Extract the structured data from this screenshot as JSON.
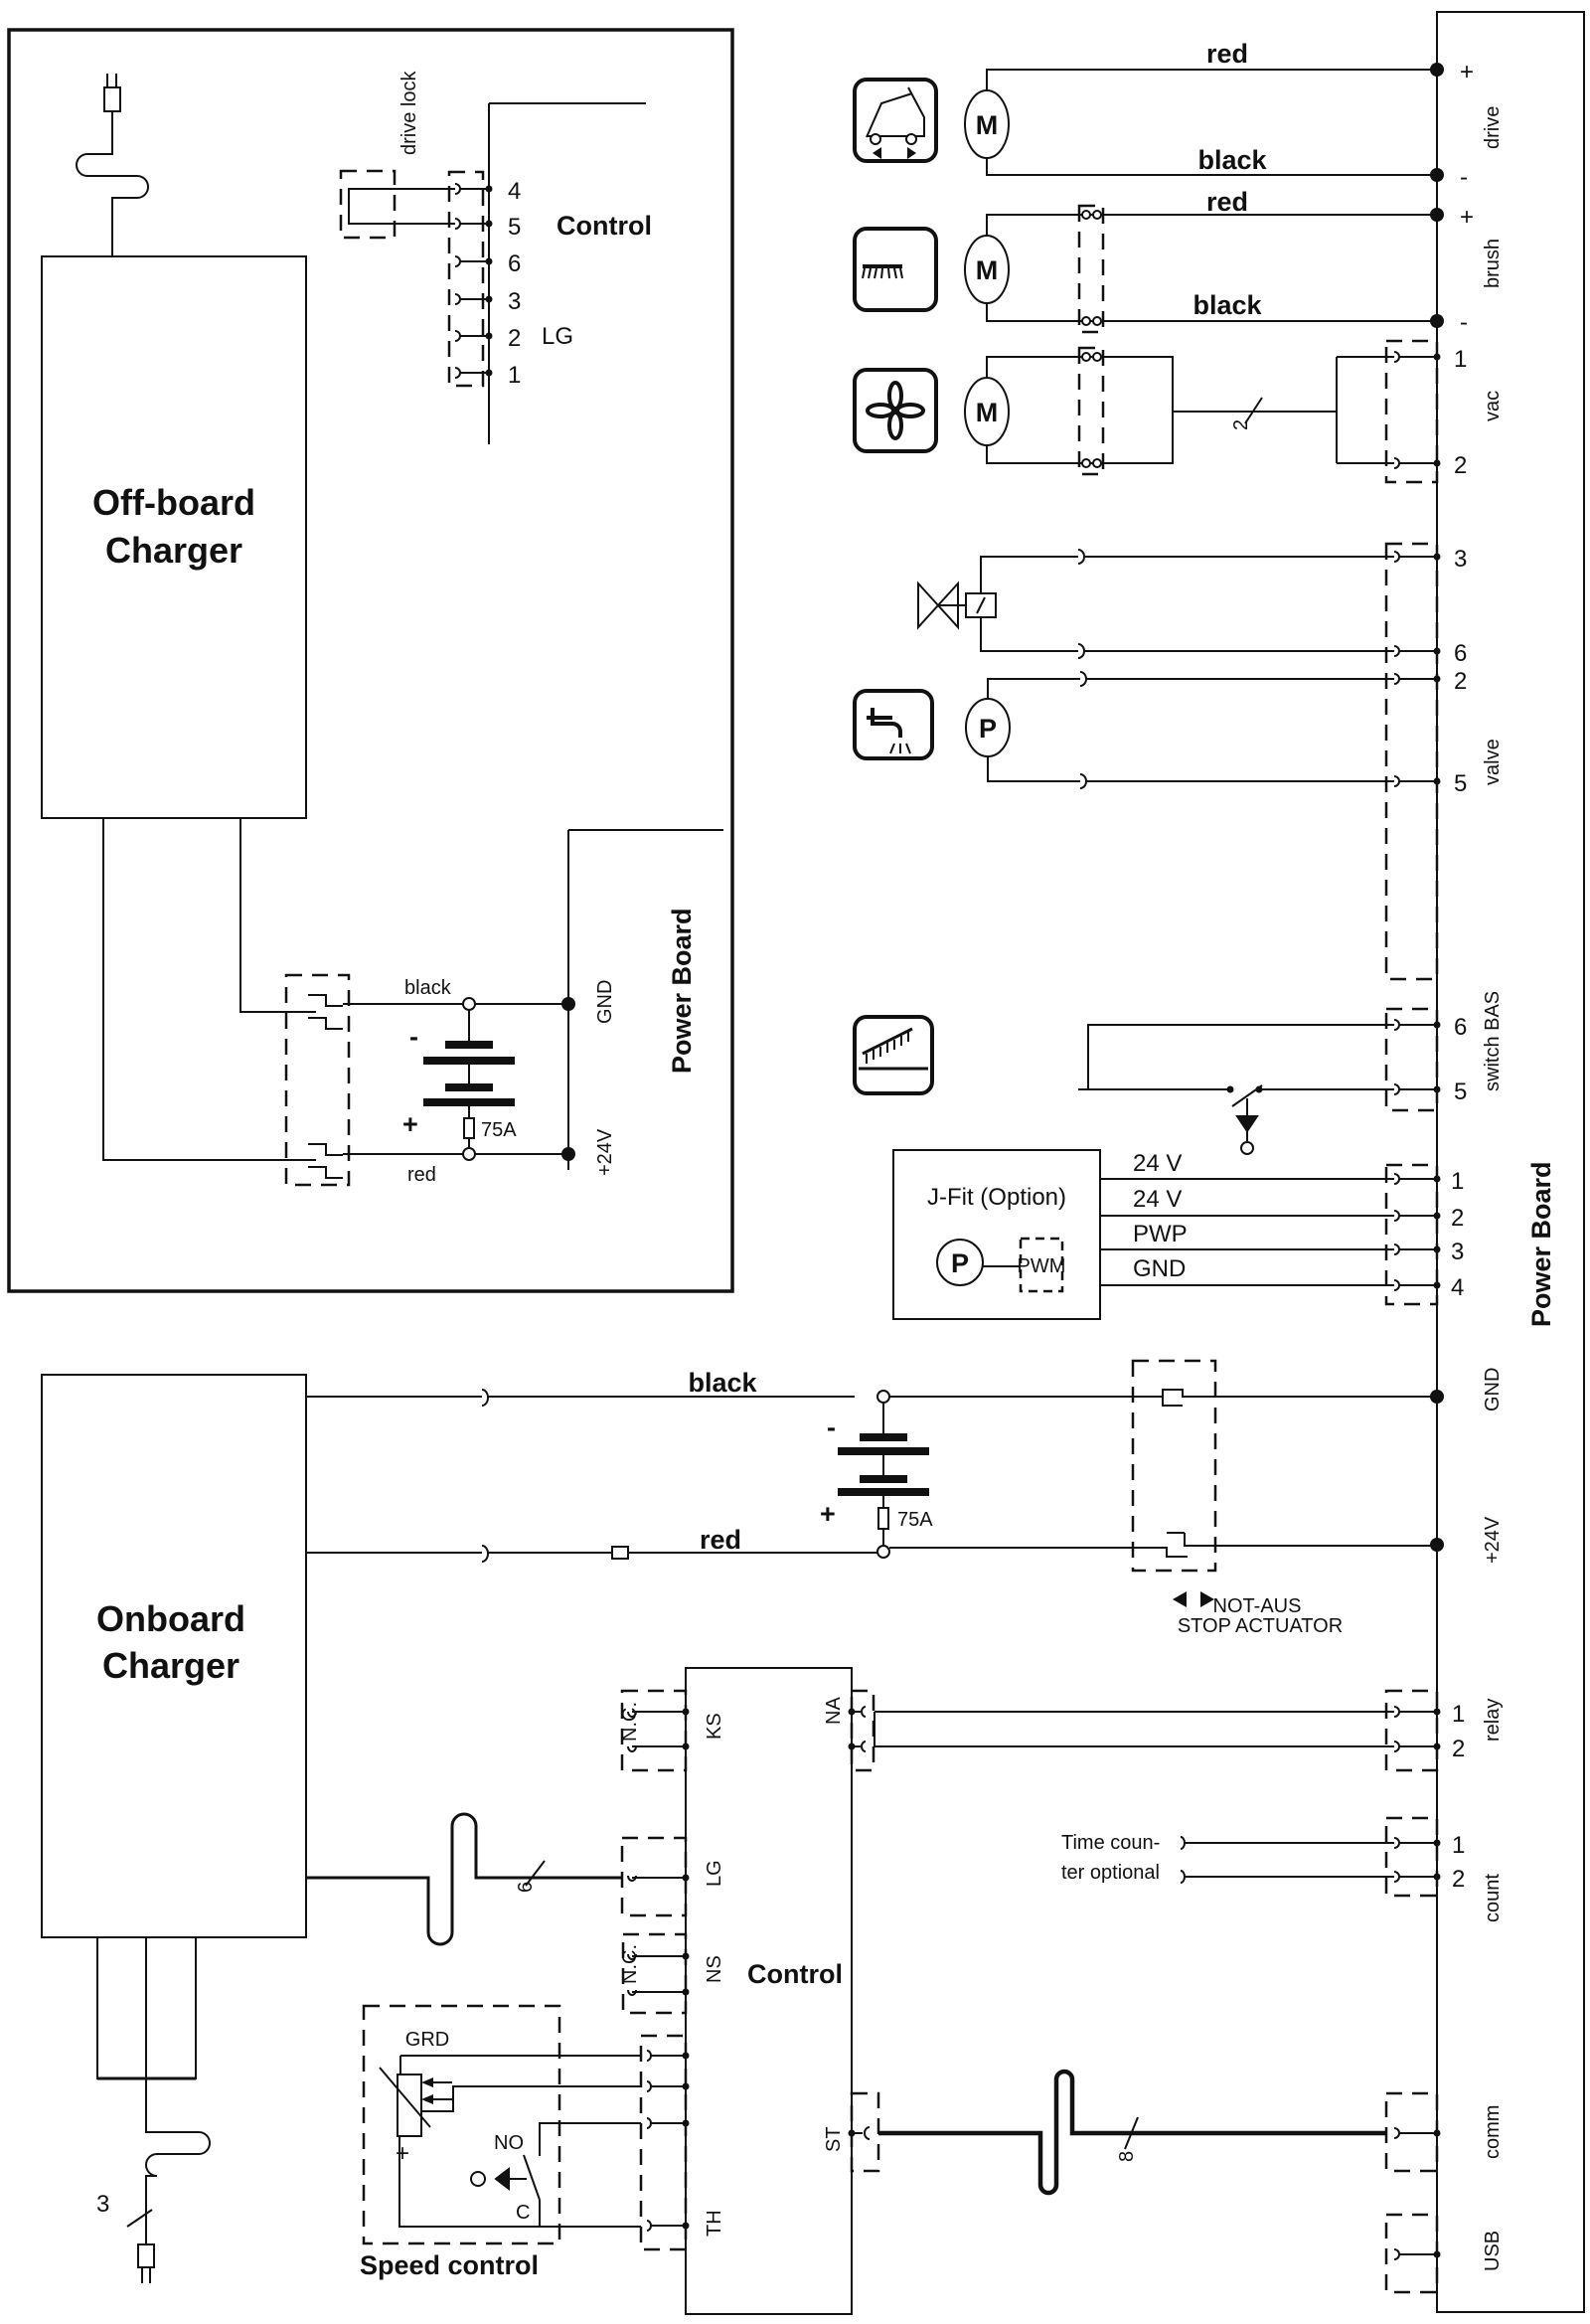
{
  "offboard": {
    "title_line1": "Off-board",
    "title_line2": "Charger",
    "control_label": "Control",
    "drive_lock_label": "drive lock",
    "lg_label": "LG",
    "lg_pins": [
      "4",
      "5",
      "6",
      "3",
      "2",
      "1"
    ],
    "wire_black": "black",
    "wire_red": "red",
    "battery_minus": "-",
    "battery_plus": "+",
    "fuse_rating": "75A",
    "gnd_label": "GND",
    "plus24_label": "+24V",
    "power_board_label": "Power Board"
  },
  "motors": {
    "drive": {
      "symbol": "M",
      "wire_top": "red",
      "wire_bottom": "black",
      "connector": "drive",
      "pin_top": "+",
      "pin_bottom": "-",
      "icon": "drive-machine-icon"
    },
    "brush": {
      "symbol": "M",
      "wire_top": "red",
      "wire_bottom": "black",
      "connector": "brush",
      "pin_top": "+",
      "pin_bottom": "-",
      "icon": "brush-icon"
    },
    "vac": {
      "symbol": "M",
      "connector": "vac",
      "pin_top": "1",
      "pin_bottom": "2",
      "wire_count": "2",
      "icon": "fan-icon"
    }
  },
  "valve": {
    "connector": "valve",
    "pins": [
      "3",
      "6",
      "2",
      "5"
    ],
    "pump_symbol": "P",
    "icon": "water-tap-icon"
  },
  "switch_bas": {
    "connector": "switch BAS",
    "pins": [
      "6",
      "5"
    ],
    "icon": "brush-lowering-icon"
  },
  "jfit": {
    "title": "J-Fit  (Option)",
    "pump_symbol": "P",
    "pwm_label": "PWM",
    "wires": [
      "24 V",
      "24 V",
      "PWP",
      "GND"
    ],
    "pins": [
      "1",
      "2",
      "3",
      "4"
    ]
  },
  "power_board": {
    "label": "Power Board",
    "gnd_label": "GND",
    "plus24_label": "+24V"
  },
  "onboard": {
    "title_line1": "Onboard",
    "title_line2": "Charger",
    "wire_black": "black",
    "wire_red": "red",
    "battery_minus": "-",
    "battery_plus": "+",
    "fuse_rating": "75A",
    "stop_line1": "NOT-AUS",
    "stop_line2": "STOP ACTUATOR",
    "plug_wire_count": "3"
  },
  "control": {
    "title": "Control",
    "ks": "KS",
    "lg": "LG",
    "ns": "NS",
    "th": "TH",
    "na": "NA",
    "st": "ST",
    "nc1": "N.C.",
    "nc2": "N.C.",
    "lg_wire_count": "6",
    "st_wire_count": "8"
  },
  "relay": {
    "connector": "relay",
    "pins": [
      "1",
      "2"
    ]
  },
  "count": {
    "connector": "count",
    "pins": [
      "1",
      "2"
    ],
    "note_line1": "Time coun-",
    "note_line2": "ter optional"
  },
  "comm": {
    "connector": "comm"
  },
  "usb": {
    "connector": "USB"
  },
  "speed_control": {
    "title": "Speed control",
    "grd": "GRD",
    "no": "NO",
    "c": "C",
    "plus": "+"
  }
}
